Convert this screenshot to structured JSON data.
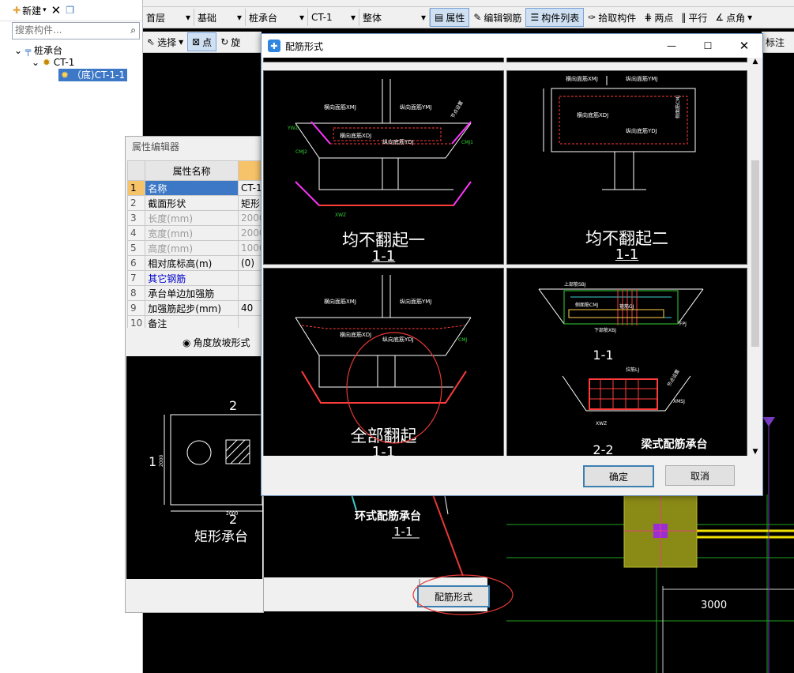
{
  "toolbar_left": {
    "new_label": "新建"
  },
  "toolbar_row1": {
    "floor": "首层",
    "base": "基础",
    "component_type": "桩承台",
    "component": "CT-1",
    "scope": "整体",
    "btn_property": "属性",
    "btn_edit_rebar": "编辑钢筋",
    "btn_component_list": "构件列表",
    "btn_pick": "拾取构件",
    "btn_two_points": "两点",
    "btn_parallel": "平行",
    "btn_point_angle": "点角"
  },
  "toolbar_row2": {
    "select": "选择",
    "point": "点",
    "rotate_partial": "旋",
    "annotate": "标注"
  },
  "search": {
    "placeholder": "搜索构件..."
  },
  "tree": {
    "root": "桩承台",
    "child": "CT-1",
    "leaf": "（底)CT-1-1"
  },
  "prop_editor": {
    "title": "属性编辑器",
    "col_name": "属性名称",
    "rows": [
      {
        "n": "1",
        "name": "名称",
        "value": "CT-1"
      },
      {
        "n": "2",
        "name": "截面形状",
        "value": "矩形"
      },
      {
        "n": "3",
        "name": "长度(mm)",
        "value": "2000"
      },
      {
        "n": "4",
        "name": "宽度(mm)",
        "value": "2000"
      },
      {
        "n": "5",
        "name": "高度(mm)",
        "value": "1000"
      },
      {
        "n": "6",
        "name": "相对底标高(m)",
        "value": "(0)"
      },
      {
        "n": "7",
        "name": "其它钢筋",
        "value": ""
      },
      {
        "n": "8",
        "name": "承台单边加强筋",
        "value": ""
      },
      {
        "n": "9",
        "name": "加强筋起步(mm)",
        "value": "40"
      },
      {
        "n": "10",
        "name": "备注",
        "value": ""
      }
    ],
    "radio_angle": "角度放坡形式",
    "preview": {
      "section_top": "2",
      "section_left": "1",
      "section_bottom": "2",
      "dim_w": "2000",
      "dim_h": "2000",
      "caption": "矩形承台"
    },
    "btn_rebar_form": "配筋形式"
  },
  "canvas": {
    "ring_caption": "环式配筋承台",
    "ring_section": "1-1",
    "dim_label": "3000"
  },
  "dialog": {
    "title": "配筋形式",
    "ok": "确定",
    "cancel": "取消",
    "options": [
      {
        "caption": "均不翻起一",
        "section": "1-1",
        "labels": [
          "横向面筋XMJ",
          "纵向面筋YMJ",
          "横向底筋XDJ",
          "纵向底筋YDJ",
          "CMJ2",
          "CMJ1",
          "XWZ",
          "YWZ",
          "节点设置"
        ]
      },
      {
        "caption": "均不翻起二",
        "section": "1-1",
        "labels": [
          "横向面筋XMJ",
          "纵向面筋YMJ",
          "横向底筋XDJ",
          "纵向底筋YDJ",
          "侧面筋CMJ"
        ]
      },
      {
        "caption": "全部翻起",
        "section": "1-1",
        "labels": [
          "横向面筋XMJ",
          "纵向面筋YMJ",
          "横向底筋XDJ",
          "纵向底筋YDJ",
          "CMJ"
        ]
      },
      {
        "caption": "梁式配筋承台",
        "section_a": "1-1",
        "section_b": "2-2",
        "labels": [
          "上部筋SBJ",
          "侧面筋CMJ",
          "箍筋GJ",
          "下部筋XBJ",
          "拉筋LJ",
          "FPJ",
          "XMSJ",
          "XWZ",
          "节点设置"
        ]
      }
    ]
  },
  "colors": {
    "highlight_red": "#e53935",
    "rebar_red": "#ff3b3b",
    "magenta": "#ff33ff",
    "accent_blue": "#3d78c6"
  }
}
